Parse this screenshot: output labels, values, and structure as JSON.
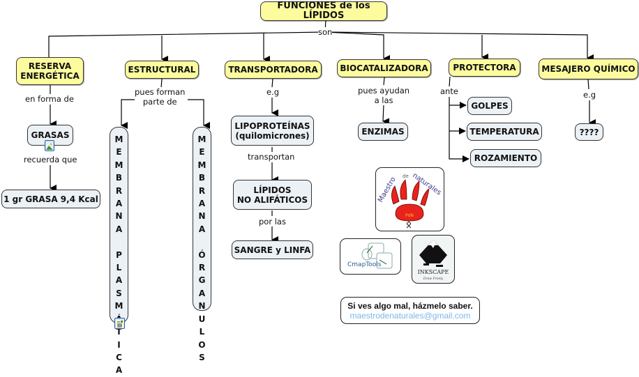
{
  "root": {
    "label": "FUNCIONES de los LÍPIDOS"
  },
  "root_link": "son",
  "colors": {
    "main_node_fill": "#fcfc9e",
    "sub_node_fill": "#ebf1f5",
    "email_link": "#7bb7ea",
    "paw_red": "#e8231d"
  },
  "branches": {
    "reserva": {
      "label": "RESERVA\nENERGÉTICA",
      "link1": "en forma de",
      "grasas": "GRASAS",
      "link2": "recuerda que",
      "fact": "1 gr GRASA 9,4 Kcal"
    },
    "estructural": {
      "label": "ESTRUCTURAL",
      "link": "pues forman\nparte de",
      "membrana_plasmatica": "M\nE\nM\nB\nR\nA\nN\nA\n\nP\nL\nA\nS\nM\nÁ\nT\nI\nC\nA",
      "membrana_organulos": "M\nE\nM\nB\nR\nA\nN\nA\n\nÓ\nR\nG\nA\nN\nU\nL\nO\nS"
    },
    "transportadora": {
      "label": "TRANSPORTADORA",
      "link1": "e.g",
      "lipoproteinas": "LIPOPROTEÍNAS\n(quilomicrones)",
      "link2": "transportan",
      "lipidos": "LÍPIDOS\nNO ALIFÁTICOS",
      "link3": "por las",
      "sangre": "SANGRE y LINFA"
    },
    "biocatalizadora": {
      "label": "BIOCATALIZADORA",
      "link": "pues ayudan\na las",
      "enzimas": "ENZIMAS"
    },
    "protectora": {
      "label": "PROTECTORA",
      "link": "ante",
      "items": [
        "GOLPES",
        "TEMPERATURA",
        "ROZAMIENTO"
      ]
    },
    "mensajero": {
      "label": "MESAJERO QUÍMICO",
      "link": "e.g",
      "example": "????"
    }
  },
  "logos": {
    "maestro": {
      "text_left": "Maestro",
      "text_mid": "de",
      "text_right": "naturales"
    },
    "cmaptools": {
      "text": "CmapTools"
    },
    "inkscape": {
      "text": "INKSCAPE",
      "tagline": "Draw Freely"
    }
  },
  "credit": {
    "line1": "Si ves algo mal, házmelo saber.",
    "email": "maestrodenaturales@gmail.com"
  }
}
